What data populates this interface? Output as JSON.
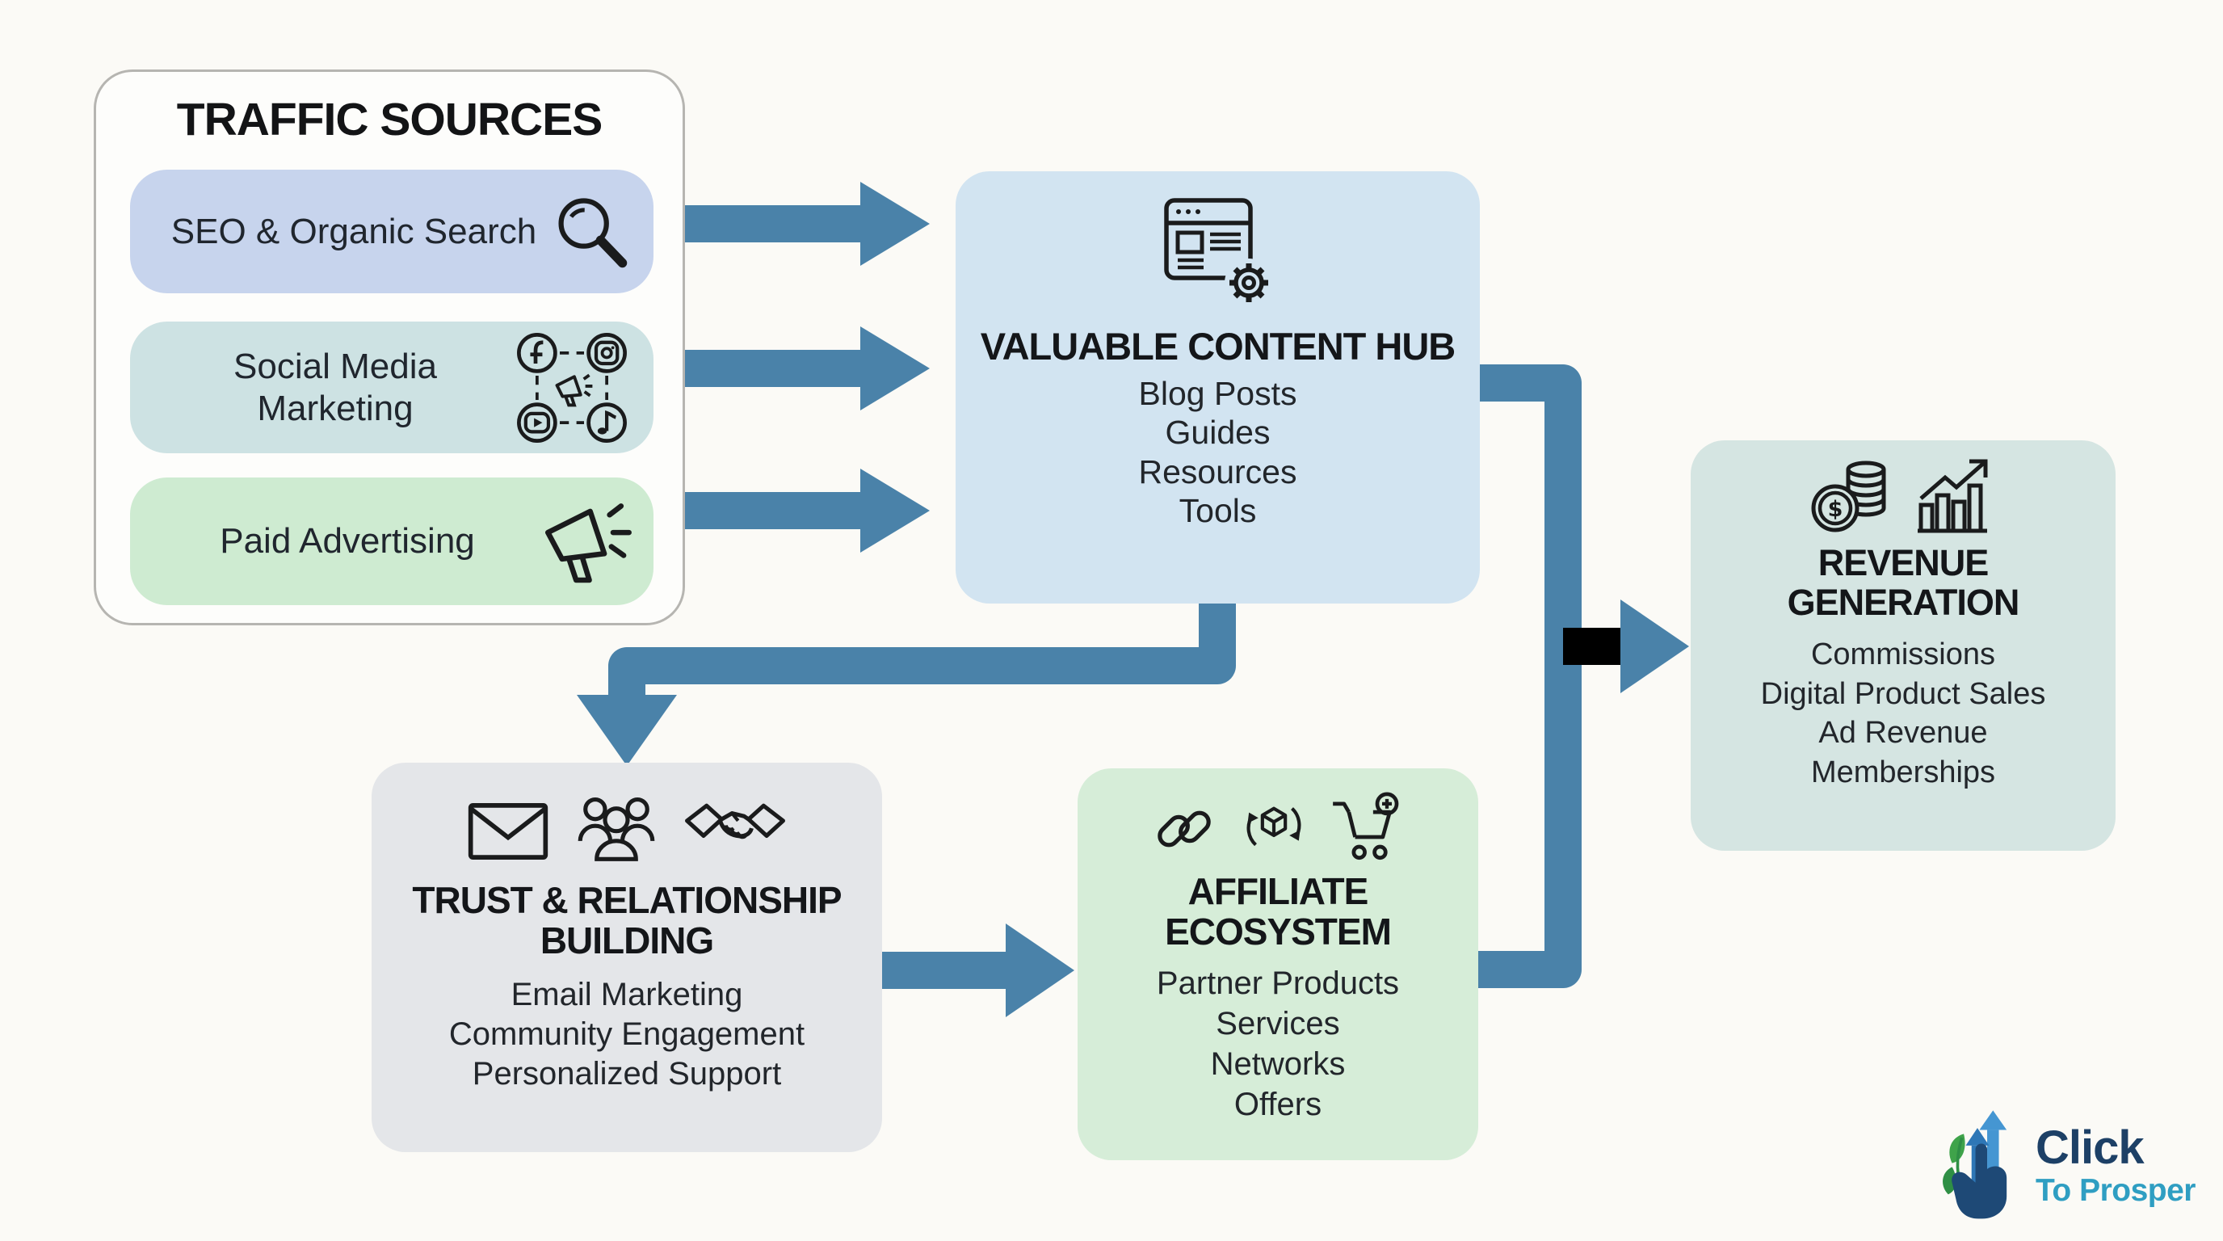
{
  "colors": {
    "background": "#fbfaf6",
    "arrow": "#4a82a9",
    "pill_seo": "#c7d4ed",
    "pill_social": "#cde2e3",
    "pill_paid": "#ceebd1",
    "hub_box": "#d2e4f1",
    "revenue_box": "#d5e5e2",
    "trust_box": "#e4e6e9",
    "affiliate_box": "#d6edd8",
    "container_border": "#b6b5b1",
    "logo_navy": "#1d4066",
    "logo_teal": "#2f9ec2"
  },
  "traffic_sources": {
    "title": "TRAFFIC SOURCES",
    "items": [
      {
        "label": "SEO & Organic Search",
        "icon": "magnifier-icon"
      },
      {
        "label": "Social Media Marketing",
        "icon": "social-network-icon"
      },
      {
        "label": "Paid Advertising",
        "icon": "megaphone-icon"
      }
    ]
  },
  "content_hub": {
    "title": "VALUABLE CONTENT HUB",
    "icon": "webpage-gear-icon",
    "items": [
      "Blog Posts",
      "Guides",
      "Resources",
      "Tools"
    ]
  },
  "trust_building": {
    "title": "TRUST & RELATIONSHIP BUILDING",
    "icons": [
      "envelope-icon",
      "community-icon",
      "handshake-icon"
    ],
    "items": [
      "Email Marketing",
      "Community Engagement",
      "Personalized Support"
    ]
  },
  "affiliate_ecosystem": {
    "title": "AFFILIATE ECOSYSTEM",
    "icons": [
      "chain-link-icon",
      "product-cycle-icon",
      "cart-plus-icon"
    ],
    "items": [
      "Partner Products",
      "Services",
      "Networks",
      "Offers"
    ]
  },
  "revenue_generation": {
    "title": "REVENUE GENERATION",
    "icons": [
      "coins-icon",
      "growth-chart-icon"
    ],
    "items": [
      "Commissions",
      "Digital Product Sales",
      "Ad Revenue",
      "Memberships"
    ]
  },
  "logo": {
    "brand": "Click",
    "tagline": "To Prosper"
  }
}
